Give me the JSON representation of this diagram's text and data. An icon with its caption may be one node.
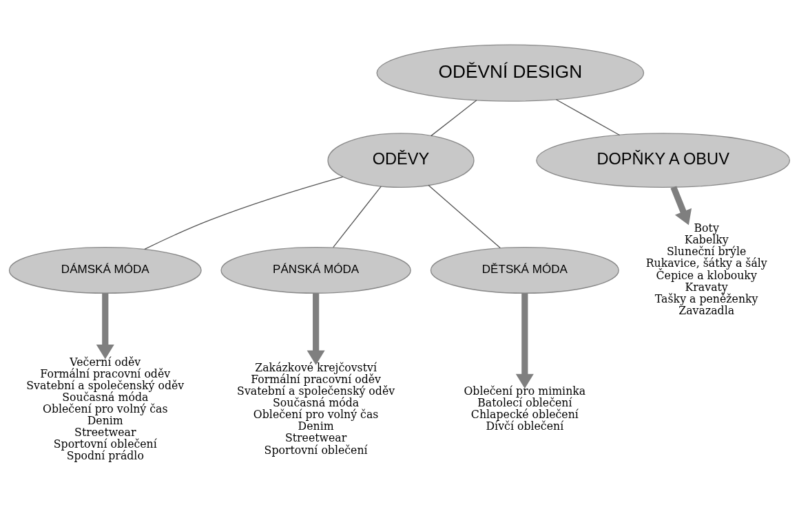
{
  "diagram": {
    "nodes": [
      {
        "text": [
          "ODĚVNÍ DESIGN"
        ]
      },
      {
        "text": [
          "ODĚVY"
        ]
      },
      {
        "text": [
          "DOPŇKY A OBUV"
        ]
      },
      {
        "text": [
          "DÁMSKÁ MÓDA"
        ]
      },
      {
        "text": [
          "PÁNSKÁ MÓDA"
        ]
      },
      {
        "text": [
          "DĚTSKÁ MÓDA"
        ]
      },
      {
        "text": [
          "Večerní oděv",
          "Formální pracovní oděv",
          "Svatební a společenský oděv",
          "Současná móda",
          "Oblečení pro volný čas",
          "Denim",
          "Streetwear",
          "Sportovní oblečení",
          "Spodní prádlo"
        ]
      },
      {
        "text": [
          "Zakázkové krejčovství",
          "Formální pracovní oděv",
          "Svatební a společenský oděv",
          "Současná móda",
          "Oblečení pro volný čas",
          "Denim",
          "Streetwear",
          "Sportovní oblečení"
        ]
      },
      {
        "text": [
          "Oblečení pro miminka",
          "Batolecí oblečení",
          "Chlapecké oblečení",
          "Dívčí oblečení"
        ]
      },
      {
        "text": [
          "Boty",
          "Kabelky",
          "Sluneční brýle",
          "Rukavice, šátky a šály",
          "Čepice a klobouky",
          "Kravaty",
          "Tašky a peněženky",
          "Zavazadla"
        ]
      }
    ],
    "edges": [
      {
        "from": 0,
        "to": 1,
        "arrow": "none"
      },
      {
        "from": 0,
        "to": 2,
        "arrow": "none"
      },
      {
        "from": 1,
        "to": 3,
        "arrow": "none"
      },
      {
        "from": 1,
        "to": 4,
        "arrow": "none"
      },
      {
        "from": 1,
        "to": 5,
        "arrow": "none"
      },
      {
        "from": 3,
        "to": 6,
        "arrow": "to",
        "style": "thick",
        "color": "#7f7f7f"
      },
      {
        "from": 4,
        "to": 7,
        "arrow": "to",
        "style": "thick",
        "color": "#7f7f7f"
      },
      {
        "from": 5,
        "to": 8,
        "arrow": "to",
        "style": "thick",
        "color": "#7f7f7f"
      },
      {
        "from": 2,
        "to": 9,
        "arrow": "to",
        "style": "thick",
        "color": "#7f7f7f"
      }
    ]
  }
}
